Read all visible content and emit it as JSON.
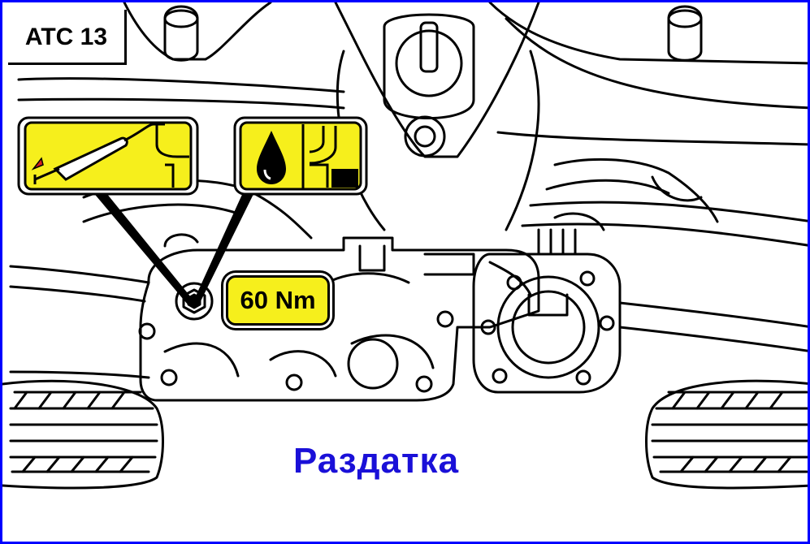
{
  "badge": {
    "code": "ATC 13"
  },
  "torque": {
    "value": "60 Nm"
  },
  "caption": {
    "text": "Раздатка"
  },
  "colors": {
    "frame": "#0000ff",
    "caption": "#1a10d8",
    "symbol_fill": "#f6ef1c"
  },
  "icons": [
    "oil-suction-pump-icon",
    "oil-drop-icon",
    "oil-level-icon",
    "drain-plug-icon"
  ]
}
